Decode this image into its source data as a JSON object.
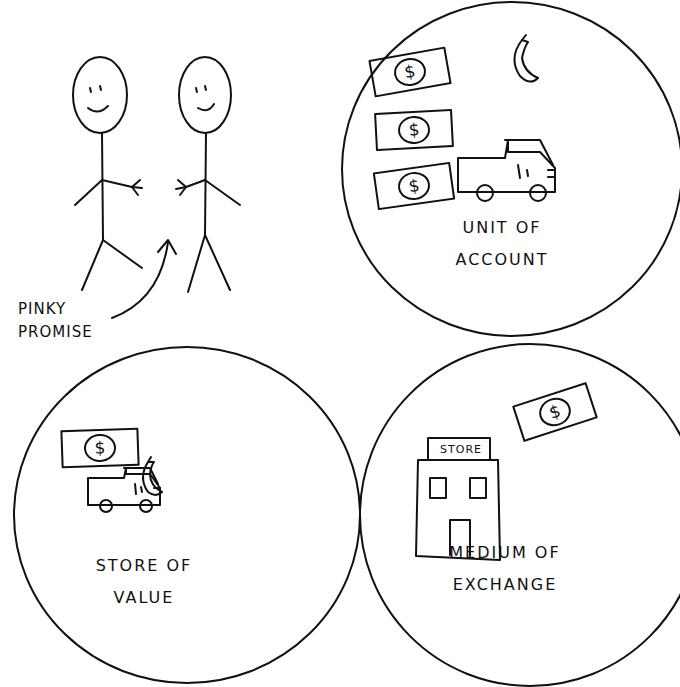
{
  "diagram": {
    "nodes": [
      {
        "text": [
          "UNIT OF ACCOUNT"
        ]
      },
      {
        "text": [
          "STORE OF VALUE"
        ]
      },
      {
        "text": [
          "MEDIUM OF EXCHANGE"
        ]
      }
    ],
    "labels": [
      "PINKY PROMISE",
      "$",
      "$",
      "$",
      "$",
      "STORE",
      "$"
    ]
  }
}
